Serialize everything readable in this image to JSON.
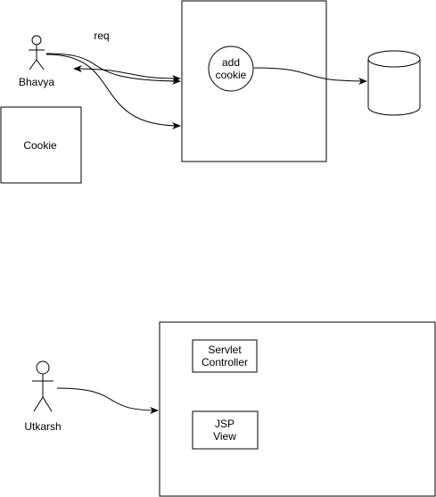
{
  "diagram_top": {
    "actor": {
      "name": "Bhavya"
    },
    "arrow_label": "req",
    "process_circle": {
      "line1": "add",
      "line2": "cookie"
    },
    "cookie_box": {
      "label": "Cookie"
    }
  },
  "diagram_bottom": {
    "actor": {
      "name": "Utkarsh"
    },
    "servlet_box": {
      "line1": "Servlet",
      "line2": "Controller"
    },
    "jsp_box": {
      "line1": "JSP",
      "line2": "View"
    }
  },
  "colors": {
    "stroke": "#000000",
    "background": "#ffffff",
    "text": "#000000"
  }
}
